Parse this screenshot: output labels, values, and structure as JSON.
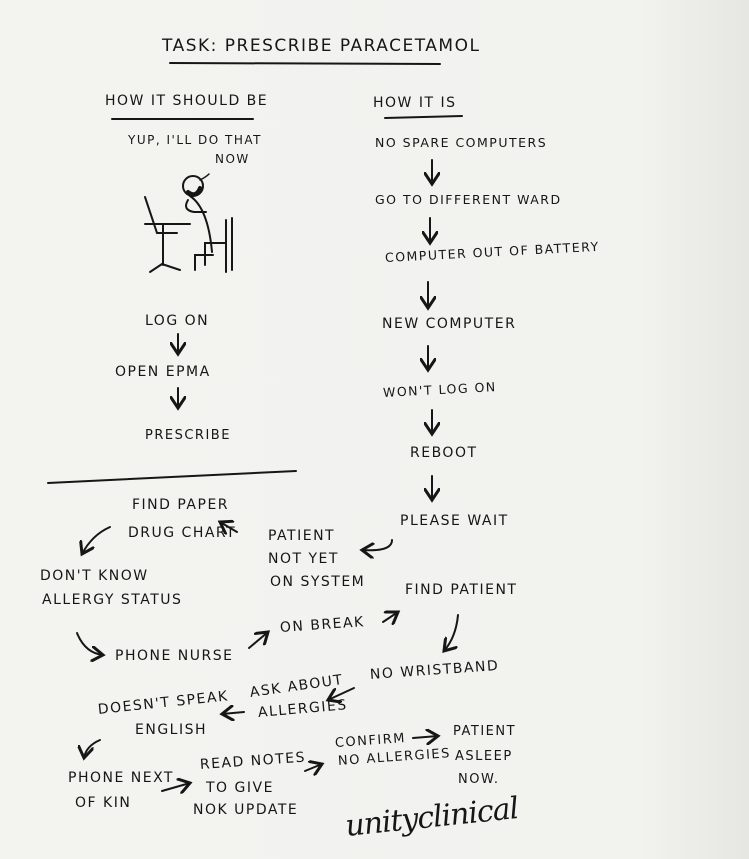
{
  "title": "Task: Prescribe Paracetamol",
  "left": {
    "heading": "How it should be",
    "speech": [
      "Yup, I'll do that",
      "now"
    ],
    "steps": [
      "Log on",
      "Open EPMA",
      "Prescribe"
    ]
  },
  "right": {
    "heading": "How it is",
    "steps": [
      "No spare computers",
      "Go to different ward",
      "Computer out of battery",
      "New computer",
      "Won't log on",
      "Reboot",
      "Please wait"
    ]
  },
  "bottom": {
    "patient_not_on_system": [
      "Patient",
      "not yet",
      "on system"
    ],
    "find_paper": [
      "Find paper",
      "drug chart"
    ],
    "allergy": [
      "Don't know",
      "allergy status"
    ],
    "phone_nurse": "Phone nurse",
    "on_break": "On break",
    "find_patient": "Find patient",
    "no_wristband": "No wristband",
    "ask_allergies": [
      "Ask about",
      "allergies"
    ],
    "no_english": [
      "Doesn't speak",
      "English"
    ],
    "phone_nok": [
      "Phone next",
      "of kin"
    ],
    "read_notes": [
      "Read notes",
      "to give",
      "NOK update"
    ],
    "confirm": [
      "Confirm",
      "no allergies"
    ],
    "asleep": [
      "Patient",
      "asleep",
      "now."
    ]
  },
  "signature": "unityclinical"
}
